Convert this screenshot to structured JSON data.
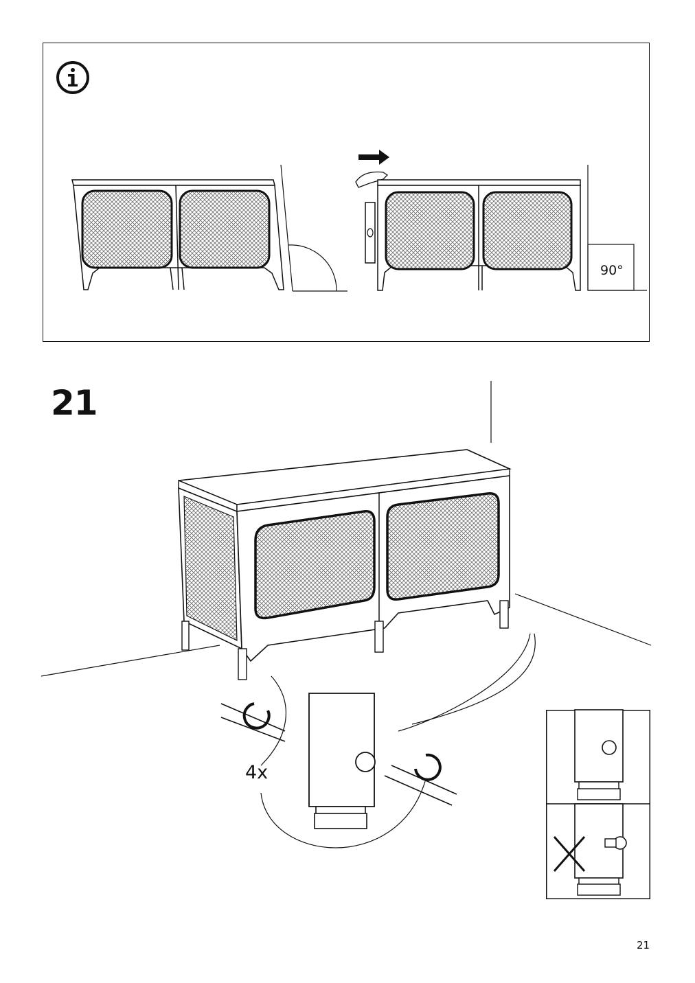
{
  "info_icon": "info-icon",
  "step": {
    "number": "21",
    "quantity": "4x"
  },
  "angle": {
    "label": "90°"
  },
  "page": {
    "number": "21"
  },
  "colors": {
    "ink": "#111111",
    "mesh": "#bdbdbd",
    "paper": "#ffffff"
  }
}
